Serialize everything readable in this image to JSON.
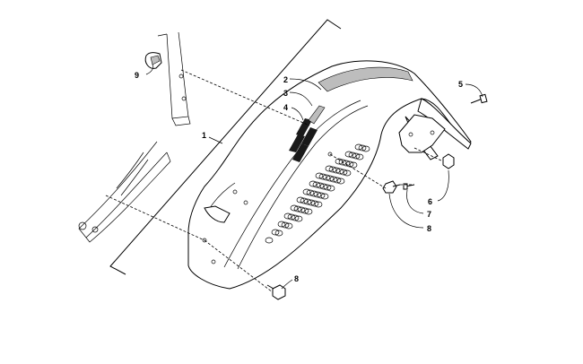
{
  "diagram": {
    "callouts": [
      {
        "id": "c1",
        "label": "1"
      },
      {
        "id": "c2",
        "label": "2"
      },
      {
        "id": "c3",
        "label": "3"
      },
      {
        "id": "c4",
        "label": "4"
      },
      {
        "id": "c5",
        "label": "5"
      },
      {
        "id": "c6",
        "label": "6"
      },
      {
        "id": "c7",
        "label": "7"
      },
      {
        "id": "c8a",
        "label": "8"
      },
      {
        "id": "c8b",
        "label": "8"
      },
      {
        "id": "c9",
        "label": "9"
      }
    ]
  }
}
